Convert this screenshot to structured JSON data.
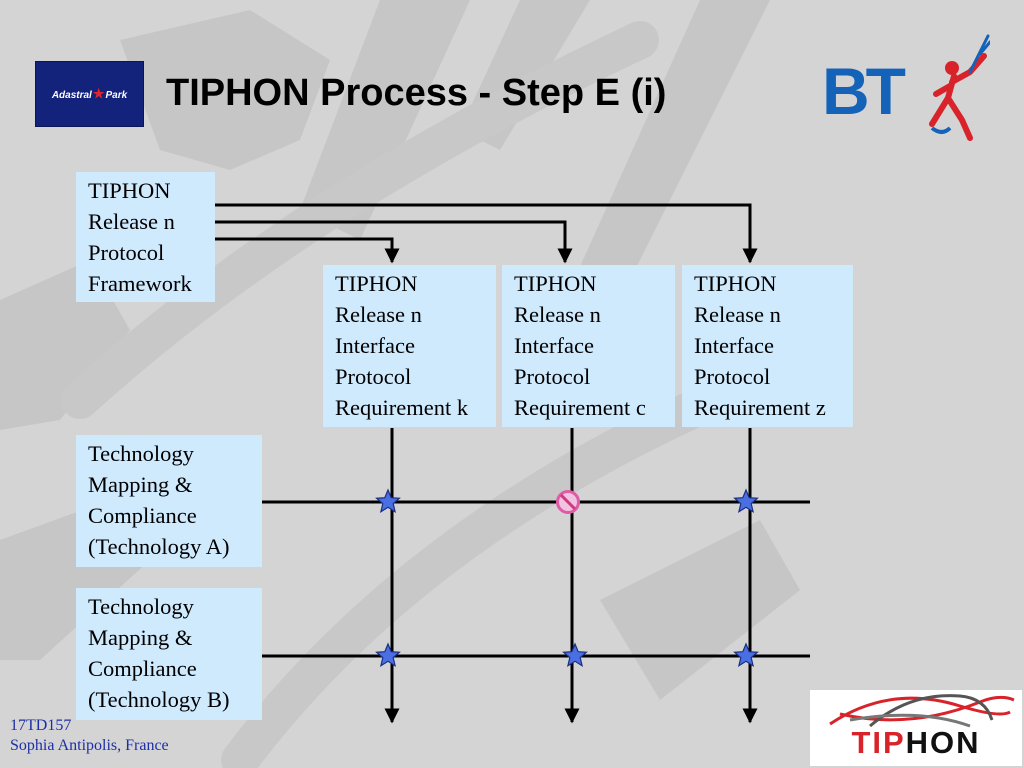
{
  "slide": {
    "title": "TIPHON Process - Step E (i)",
    "footer": {
      "line1": "17TD157",
      "line2": "Sophia Antipolis, France"
    }
  },
  "logos": {
    "adastral": {
      "text_left": "Adastral",
      "text_right": "Park"
    },
    "bt": {
      "text": "BT"
    },
    "tiphon": {
      "text_red": "TIP",
      "text_dark": "HON"
    }
  },
  "framework": {
    "lines": [
      "TIPHON",
      "Release n",
      "Protocol",
      "Framework"
    ]
  },
  "requirements": [
    {
      "lines": [
        "TIPHON",
        "Release n",
        "Interface",
        "Protocol",
        "Requirement k"
      ]
    },
    {
      "lines": [
        "TIPHON",
        "Release n",
        "Interface",
        "Protocol",
        "Requirement c"
      ]
    },
    {
      "lines": [
        "TIPHON",
        "Release n",
        "Interface",
        "Protocol",
        "Requirement z"
      ]
    }
  ],
  "technologies": [
    {
      "lines": [
        "Technology",
        "Mapping &",
        "Compliance",
        "(Technology A)"
      ]
    },
    {
      "lines": [
        "Technology",
        "Mapping &",
        "Compliance",
        "(Technology B)"
      ]
    }
  ],
  "compliance_matrix": {
    "rows": [
      "Technology A",
      "Technology B"
    ],
    "columns": [
      "Requirement k",
      "Requirement c",
      "Requirement z"
    ],
    "cells": [
      [
        "compliant",
        "not-compliant",
        "compliant"
      ],
      [
        "compliant",
        "compliant",
        "compliant"
      ]
    ],
    "colors": {
      "compliant": "#4a6fe3",
      "not-compliant": "#e05aa8",
      "box": "#cfe9fd",
      "footer_text": "#1d2fa6",
      "bt_blue": "#1463b8",
      "bt_red": "#d8232a"
    }
  }
}
